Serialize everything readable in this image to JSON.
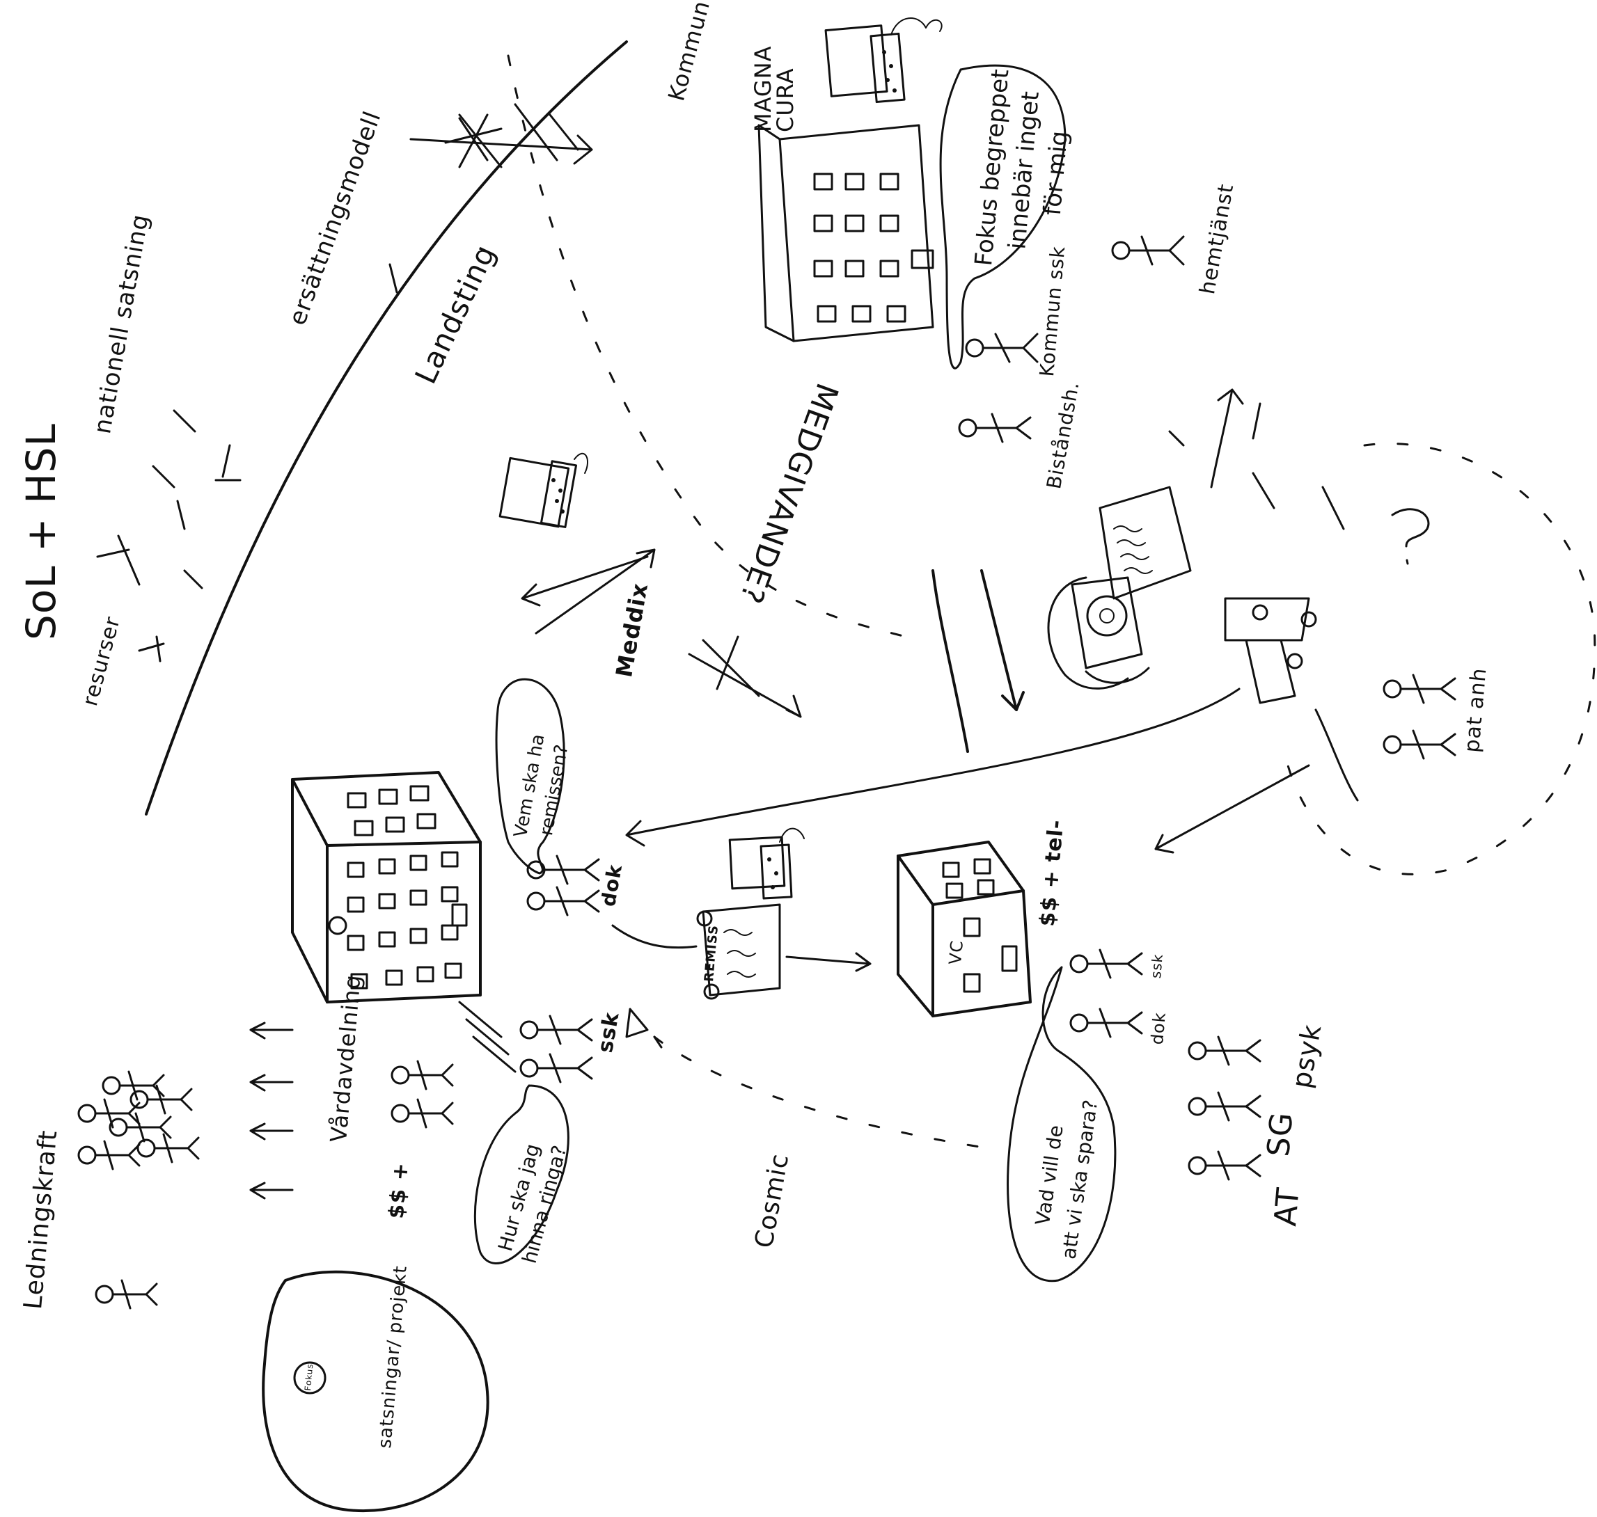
{
  "labels": {
    "sol_hsl": "SoL + HSL",
    "nationell_satsning": "nationell satsning",
    "resurser": "resurser",
    "ersattningsmodell": "ersättningsmodell",
    "landsting": "Landsting",
    "kommun": "Kommun",
    "magna_cura": "MAGNA CURA",
    "medgivande": "MEDGIVANDE?",
    "meddix": "Meddix",
    "kommun_ssk": "Kommun ssk",
    "bistandsh": "Biståndsh.",
    "hemtjanst": "hemtjänst",
    "pat_anh": "pat anh",
    "dok_hospital": "dok",
    "ssk": "ssk",
    "dok_vc": "dok",
    "ssk_vc": "ssk",
    "vc_money": "$$ + tel-",
    "vc": "VC",
    "vardavdelning": "Vårdavdelning",
    "money_plus": "$$ +",
    "ledningskraft": "Ledningskraft",
    "cosmic": "Cosmic",
    "at": "AT",
    "sg": "SG",
    "psyk": "psyk",
    "fokus_small": "Fokus",
    "satsningar_projekt": "satsningar/ projekt",
    "remiss_doc": "REMISS"
  },
  "bubbles": {
    "fokus_begrepp": [
      "Fokus begreppet",
      "innebär inget",
      "för mig"
    ],
    "vem_ska_ha_remissen": [
      "Vem ska ha",
      "remissen?"
    ],
    "hur_ska_jag_hinna": [
      "Hur ska jag",
      "hinna ringa?"
    ],
    "vad_vill_de": [
      "Vad vill de",
      "att vi ska spara?"
    ]
  },
  "icons": [
    "laptop-icon",
    "phone-icon",
    "document-icon",
    "hospital-building-icon",
    "health-center-building-icon",
    "municipality-building-icon",
    "stick-figure-icon",
    "question-mark-icon"
  ]
}
